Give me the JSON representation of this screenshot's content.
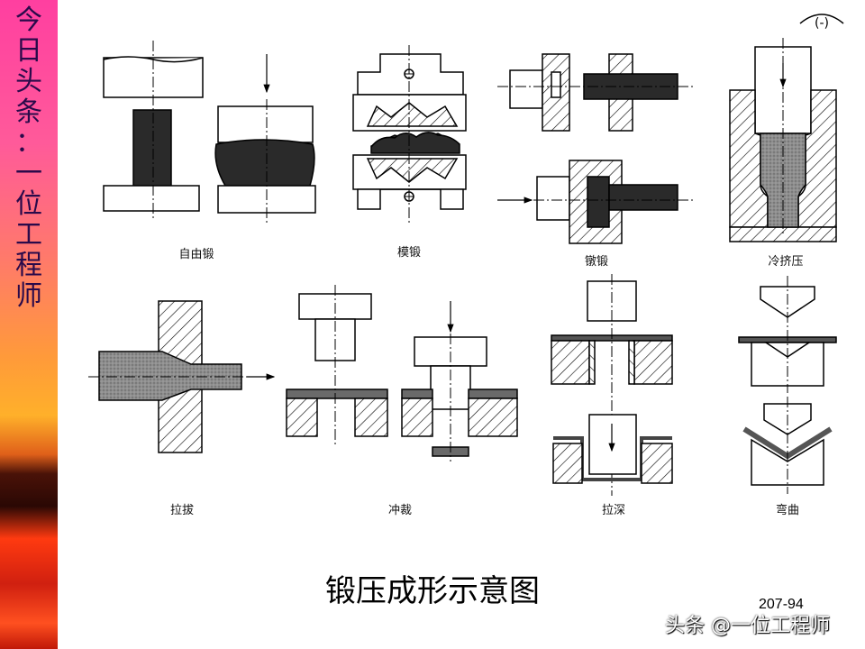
{
  "sidebar": {
    "title_chars": [
      "今",
      "日",
      "头",
      "条",
      "：",
      "一",
      "位",
      "工",
      "程",
      "师"
    ]
  },
  "diagrams": {
    "free_forging": "自由锻",
    "die_forging": "模锻",
    "upsetting": "镦锻",
    "cold_extrusion": "冷挤压",
    "drawing": "拉拔",
    "punching": "冲裁",
    "deep_drawing": "拉深",
    "bending": "弯曲"
  },
  "caption": "锻压成形示意图",
  "page_number": "207-94",
  "watermark": "头条 @一位工程师",
  "corner_mark": "(-)",
  "colors": {
    "metal": "#2a2a2a",
    "metal_gray": "#8a8a8a",
    "line": "#000000"
  }
}
